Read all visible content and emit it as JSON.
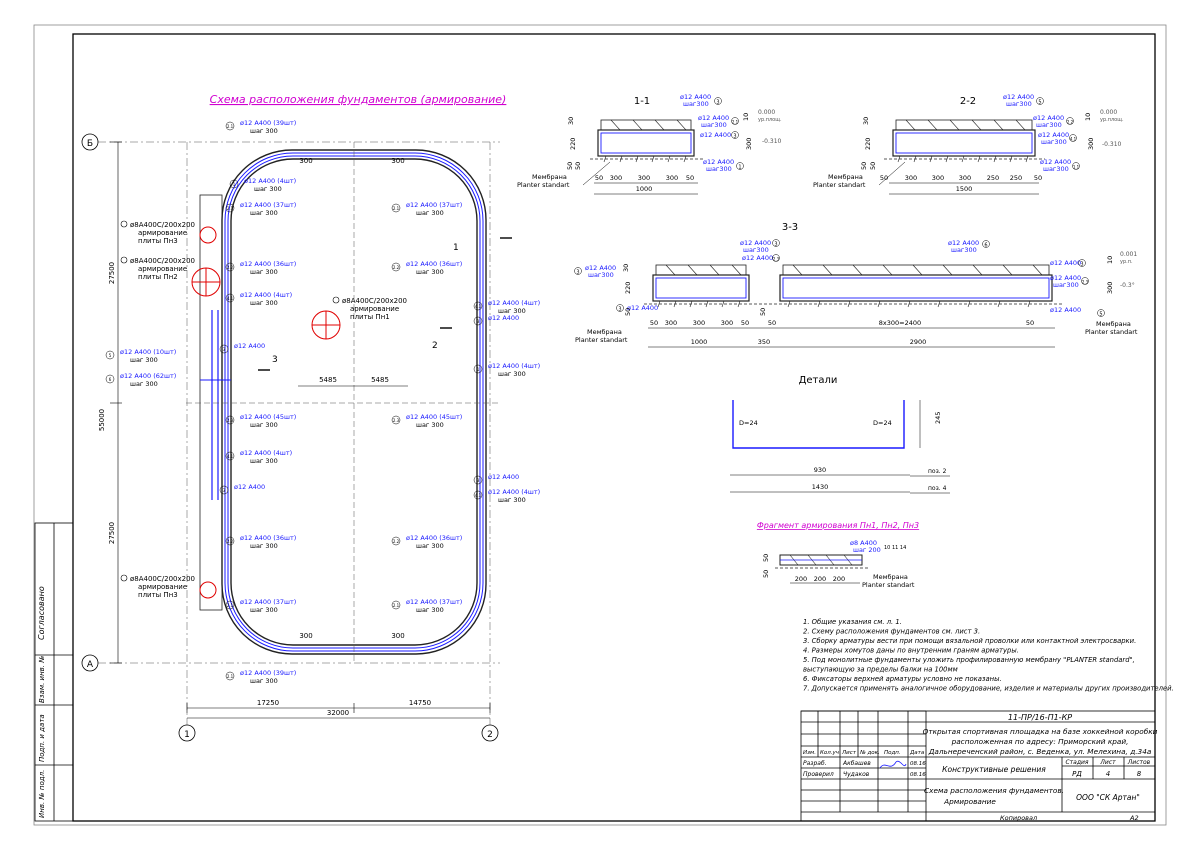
{
  "colors": {
    "frame": "#000000",
    "rebar": "#1a1aff",
    "accent": "#d000d0",
    "member": "#222222",
    "red": "#e00000"
  },
  "plan": {
    "title": "Схема расположения фундаментов (армирование)",
    "axes": {
      "row_top": "Б",
      "row_bottom": "А",
      "col_left": "1",
      "col_right": "2"
    },
    "dims": {
      "total_h": "55000",
      "half_top": "27500",
      "half_bottom": "27500",
      "total_w": "32000",
      "left_w": "17250",
      "right_w": "14750",
      "inner_l": "5485",
      "inner_r": "5485",
      "c300a": "300",
      "c300b": "300",
      "c300c": "300",
      "c300d": "300"
    },
    "callouts": [
      {
        "t1": "ø12 А400 (39шт)",
        "t2": "шаг 300",
        "n": "2.1"
      },
      {
        "t1": "ø12 А400 (4шт)",
        "t2": "шаг 300",
        "n": "1"
      },
      {
        "t1": "ø12 А400 (37шт)",
        "t2": "шаг 300",
        "n": "2.1"
      },
      {
        "t1": "ø12 А400 (37шт)",
        "t2": "шаг 300",
        "n": "2.1"
      },
      {
        "t1": "ø12 А400 (36шт)",
        "t2": "шаг 300",
        "n": "2.2"
      },
      {
        "t1": "ø12 А400 (36шт)",
        "t2": "шаг 300",
        "n": "2.2"
      },
      {
        "t1": "ø12 А400 (4шт)",
        "t2": "шаг 300",
        "n": "4.1"
      },
      {
        "t1": "ø12 А400 (4шт)",
        "t2": "шаг 300",
        "n": "4.1"
      },
      {
        "t1": "ø12 А400",
        "t2": "",
        "n": "3"
      },
      {
        "t1": "ø12 А400",
        "t2": "",
        "n": "3"
      },
      {
        "t1": "ø12 А400 (4шт)",
        "t2": "шаг 300",
        "n": "1"
      },
      {
        "t1": "ø12 А400 (10шт)",
        "t2": "шаг 300",
        "n": "5"
      },
      {
        "t1": "ø12 А400 (62шт)",
        "t2": "шаг 300",
        "n": "6"
      },
      {
        "t1": "ø12 А400 (45шт)",
        "t2": "шаг 300",
        "n": "2.3"
      },
      {
        "t1": "ø12 А400 (45шт)",
        "t2": "шаг 300",
        "n": "2.3"
      },
      {
        "t1": "ø12 А400 (4шт)",
        "t2": "шаг 300",
        "n": "4.1"
      },
      {
        "t1": "ø12 А400",
        "t2": "",
        "n": "3"
      },
      {
        "t1": "ø12 А400",
        "t2": "",
        "n": "3"
      },
      {
        "t1": "ø12 А400 (4шт)",
        "t2": "шаг 300",
        "n": "4.1"
      },
      {
        "t1": "ø12 А400 (36шт)",
        "t2": "шаг 300",
        "n": "2.2"
      },
      {
        "t1": "ø12 А400 (36шт)",
        "t2": "шаг 300",
        "n": "2.2"
      },
      {
        "t1": "ø12 А400 (37шт)",
        "t2": "шаг 300",
        "n": "2.1"
      },
      {
        "t1": "ø12 А400 (37шт)",
        "t2": "шаг 300",
        "n": "2.1"
      },
      {
        "t1": "ø12 А400 (39шт)",
        "t2": "шаг 300",
        "n": "2.1"
      }
    ],
    "plates": [
      {
        "t1": "ø8А400С/200х200",
        "t2": "армирование",
        "t3": "плиты Пн3"
      },
      {
        "t1": "ø8А400С/200х200",
        "t2": "армирование",
        "t3": "плиты Пн2"
      },
      {
        "t1": "ø8А400С/200х200",
        "t2": "армирование",
        "t3": "плиты Пн1"
      },
      {
        "t1": "ø8А400С/200х200",
        "t2": "армирование",
        "t3": "плиты Пн3"
      }
    ],
    "cut_marks": {
      "c1": "1",
      "c2": "2",
      "c3": "3"
    }
  },
  "section11": {
    "title": "1-1",
    "l1": "ø12 А400",
    "l1b": "шаг300",
    "n1": "3",
    "l2": "ø12 А400",
    "l2b": "шаг300",
    "n2": "2.1",
    "l3": "ø12 А400",
    "n3": "3",
    "l4": "ø12 А400",
    "l4b": "шаг300",
    "n4": "1",
    "lev1": "0.000",
    "lev1b": "ур.площ.",
    "lev2": "-0.310",
    "membrane": "Мембрана",
    "planter": "Planter standart",
    "d50a": "50",
    "d300a": "300",
    "d300b": "300",
    "d300c": "300",
    "d50b": "50",
    "total": "1000",
    "h30": "30",
    "h220": "220",
    "h50": "50",
    "h50b": "50",
    "h10": "10",
    "h300": "300"
  },
  "section22": {
    "title": "2-2",
    "l1": "ø12 А400",
    "l1b": "шаг300",
    "n1": "5",
    "l2": "ø12 А400",
    "l2b": "шаг300",
    "n2": "2.2",
    "l3": "ø12 А400",
    "l3b": "шаг300",
    "n3": "4.1",
    "l4": "ø12 А400",
    "l4b": "шаг300",
    "n4": "1.1",
    "lev1": "0.000",
    "lev1b": "ур.площ.",
    "lev2": "-0.310",
    "membrane": "Мембрана",
    "planter": "Planter standart",
    "d50a": "50",
    "d300a": "300",
    "d300b": "300",
    "d300c": "300",
    "d250a": "250",
    "d250b": "250",
    "d50b": "50",
    "total": "1500",
    "h30": "30",
    "h220": "220",
    "h50": "50",
    "h50b": "50",
    "h10": "10",
    "h300": "300"
  },
  "section33": {
    "title": "3-3",
    "l1": "ø12 А400",
    "l1b": "шаг300",
    "n1": "3",
    "l2": "ø12 А400",
    "n2": "3",
    "l2b": "шаг300",
    "l3": "ø12 А400",
    "n3": "2.3",
    "l4": "ø12 А400",
    "n4": "3",
    "l5": "ø12 А400",
    "l5b": "шаг300",
    "n5": "6",
    "l6": "ø12 А400",
    "n6": "3",
    "l7": "ø12 А400",
    "l7b": "шаг300",
    "n7": "2.3",
    "l8": "ø12 А400",
    "n8": "5",
    "lev1": "0.001",
    "lev1b": "ур.п.",
    "lev2": "-0.3°",
    "membrane": "Мембрана",
    "planter": "Planter standart",
    "d50a": "50",
    "d300a": "300",
    "d300b": "300",
    "d300c": "300",
    "d50b": "50",
    "d50c": "50",
    "dmid": "8х300=2400",
    "d50d": "50",
    "total1": "1000",
    "total2": "350",
    "total3": "2900",
    "h30": "30",
    "h220": "220",
    "h50": "50",
    "h10": "10",
    "h300": "300",
    "h50b": "50"
  },
  "details": {
    "title": "Детали",
    "d1": "D=24",
    "d2": "D=24",
    "h245": "245",
    "w930": "930",
    "p2": "поз. 2",
    "w1430": "1430",
    "p4": "поз. 4"
  },
  "fragment": {
    "title": "Фрагмент армирования Пн1, Пн2, Пн3",
    "l1": "ø8 А400",
    "l1b": "шаг 200",
    "n": "10 11 14",
    "d200a": "200",
    "d200b": "200",
    "d200c": "200",
    "membrane": "Мембрана",
    "planter": "Planter standart",
    "h50": "50",
    "h50b": "50"
  },
  "notes": [
    "1. Общие указания см. л. 1.",
    "2. Схему расположения фундаментов  см. лист 3.",
    "3. Сборку арматуры вести при помощи вязальной проволки или контактной электросварки.",
    "4. Размеры хомутов даны по внутренним граням арматуры.",
    "5. Под монолитные фундаменты уложить профилированную мембрану \"PLANTER standard\",",
    "    выступающую за пределы балки на 100мм",
    "6. Фиксаторы верхней арматуры условно не показаны.",
    "7. Допускается применять аналогичное оборудование, изделия и материалы других производителей."
  ],
  "stamp": {
    "code": "11-ПР/16-П1-КР",
    "project_l1": "Открытая спортивная площадка на базе хоккейной коробки",
    "project_l2": "расположенная по адресу: Приморский край,",
    "project_l3": "Дальнереченский район, с. Веденка, ул. Мелехина, д.34а",
    "h_izm": "Изм.",
    "h_kol": "Кол.уч",
    "h_list": "Лист",
    "h_dok": "№ док.",
    "h_podp": "Подп.",
    "h_data": "Дата",
    "r1_role": "Разраб.",
    "r1_name": "Акбашев",
    "r1_date": "08.16",
    "r2_role": "Проверил",
    "r2_name": "Чудаков",
    "r2_date": "08.16",
    "section": "Конструктивные решения",
    "h_stage": "Стадия",
    "h_sheet": "Лист",
    "h_sheets": "Листов",
    "stage": "РД",
    "sheet": "4",
    "sheets": "8",
    "drawing_l1": "Схема расположения фундаментов.",
    "drawing_l2": "Армирование",
    "org": "ООО \"СК Артан\"",
    "copied": "Копировал",
    "format": "А2"
  },
  "side_stamp": {
    "agreed": "Согласовано",
    "inv_zam": "Взам. инв. №",
    "sign_date": "Подп. и дата",
    "inv_orig": "Инв. № подл."
  }
}
